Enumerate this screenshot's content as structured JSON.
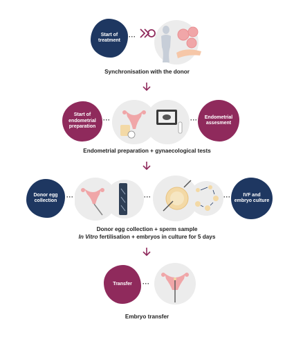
{
  "steps": [
    {
      "badge": "Start of\ntreatment",
      "caption": "Synchronisation with the donor"
    },
    {
      "badge_left": "Start of\nendometrial\npreparation",
      "badge_right": "Endometrial\nassesment",
      "caption": "Endometrial preparation + gynaecological tests"
    },
    {
      "badge_left": "Donor egg\ncollection",
      "badge_right": "IVF and\nembryo culture",
      "caption_line1": "Donor egg collection + sperm sample",
      "caption_line2_italic": "In Vitro",
      "caption_line2_rest": " fertilisation + embryos in culture for 5 days"
    },
    {
      "badge": "Transfer",
      "caption": "Embryo transfer"
    }
  ],
  "colors": {
    "navy": "#1e3761",
    "plum": "#8f2a5c",
    "arrow": "#8f2a5c",
    "pink": "#f0a6a8",
    "grey": "#e9e9e9"
  },
  "icons": [
    "calendar-icon",
    "woman-silhouette-icon",
    "eggs-in-hand-icon",
    "uterus-icon",
    "medicine-icon",
    "ultrasound-screen-icon",
    "ultrasound-probe-icon",
    "egg-collection-tube-icon",
    "icsi-microscope-icon",
    "embryo-cells-icon",
    "embryo-transfer-icon"
  ]
}
